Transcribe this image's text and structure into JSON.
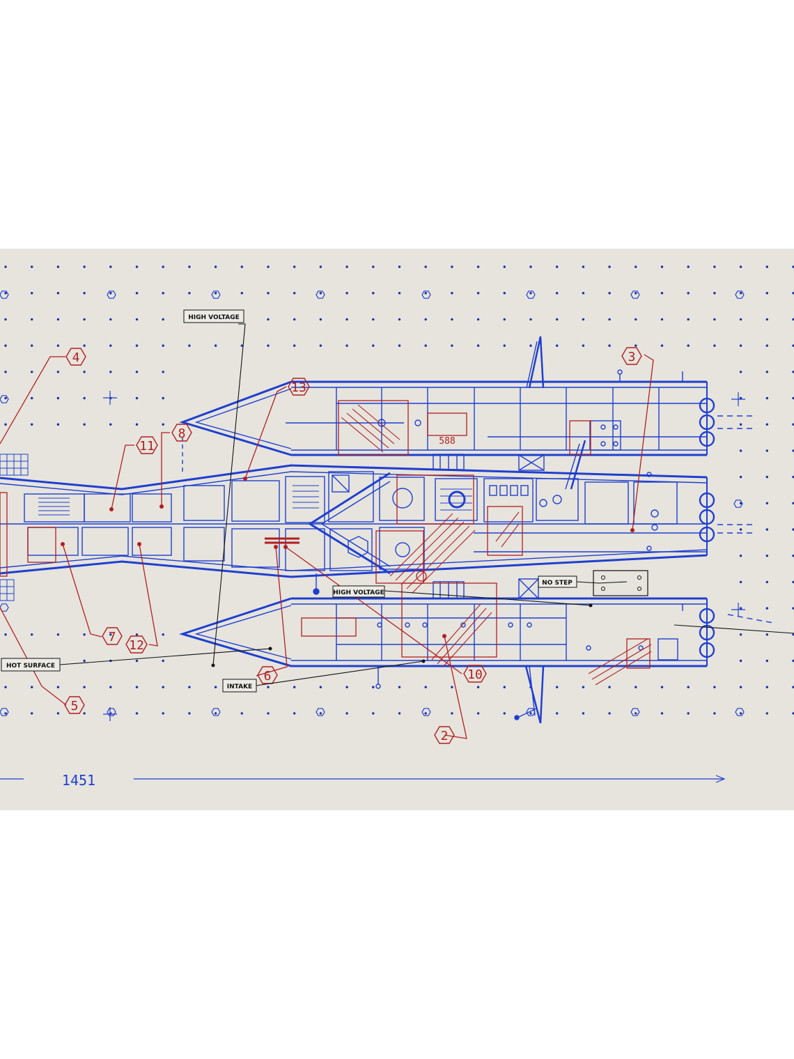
{
  "colors": {
    "paper": "#e6e4dd",
    "blue": "#1f3fd0",
    "dot": "#1a2fa8",
    "red": "#b11f1f",
    "ink": "#111111"
  },
  "warning_labels": [
    "HIGH VOLTAGE",
    "HIGH VOLTAGE",
    "NO STEP",
    "HOT SURFACE",
    "INTAKE"
  ],
  "callouts": [
    "4",
    "3",
    "13",
    "8",
    "11",
    "7",
    "12",
    "5",
    "6",
    "10",
    "2"
  ],
  "plate_code": "588",
  "dimension_label": "1451"
}
